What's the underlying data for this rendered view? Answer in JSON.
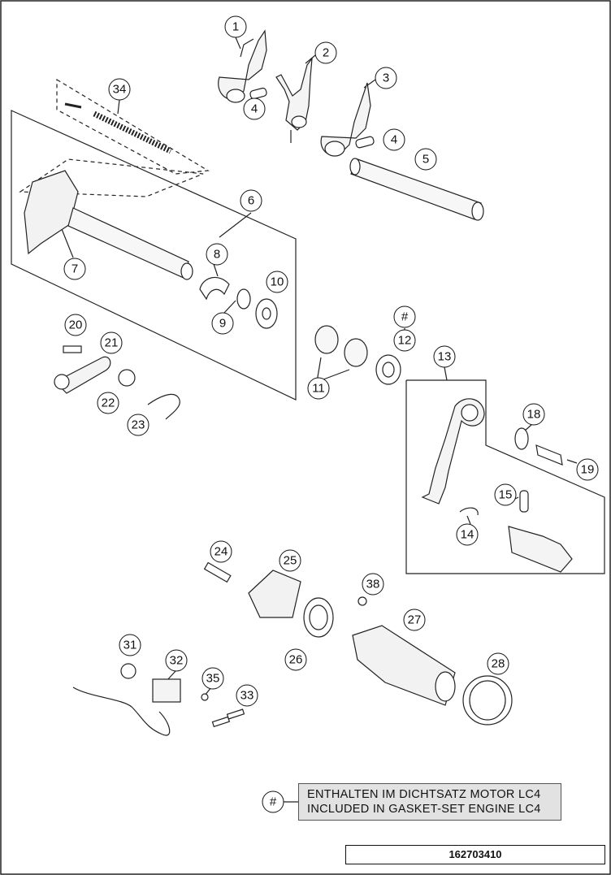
{
  "diagram": {
    "callouts": [
      "1",
      "2",
      "3",
      "4",
      "5",
      "6",
      "7",
      "8",
      "9",
      "10",
      "11",
      "12",
      "13",
      "14",
      "15",
      "18",
      "19",
      "20",
      "21",
      "22",
      "23",
      "24",
      "25",
      "26",
      "27",
      "28",
      "31",
      "32",
      "33",
      "34",
      "35",
      "38"
    ],
    "callout_second_4": "4",
    "callout_hash": "#",
    "legend": {
      "symbol": "#",
      "line1": "ENTHALTEN IM DICHTSATZ MOTOR LC4",
      "line2": "INCLUDED IN GASKET-SET ENGINE LC4"
    },
    "document_number": "162703410"
  }
}
